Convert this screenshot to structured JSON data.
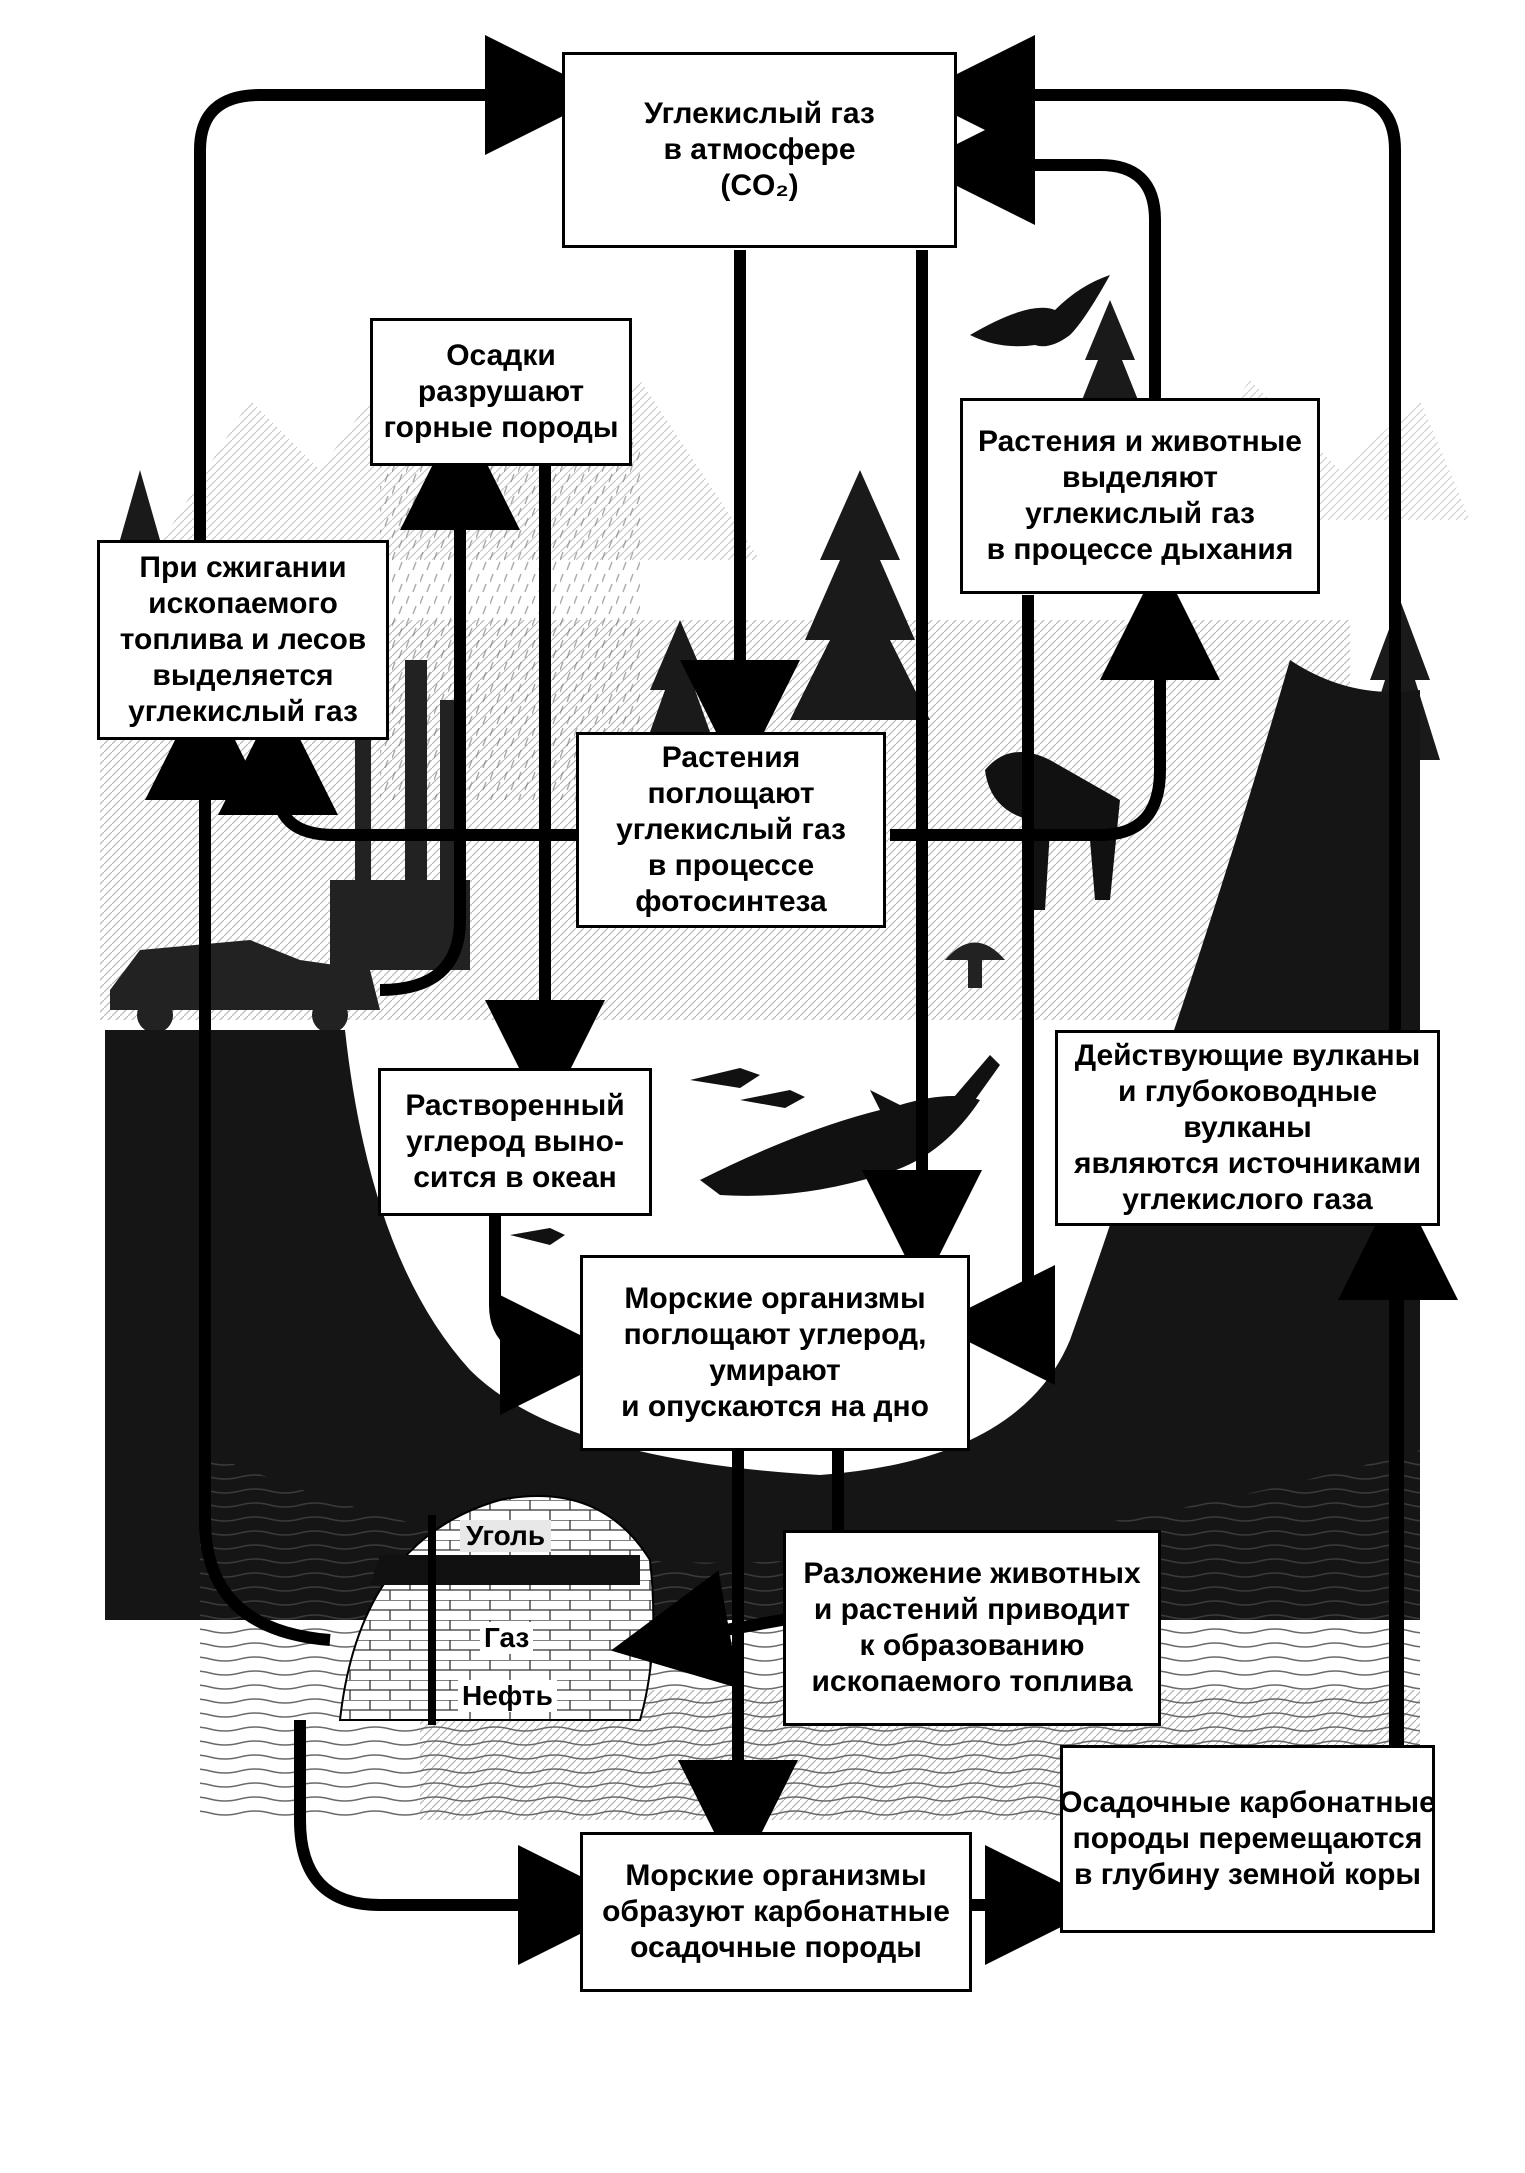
{
  "boxes": {
    "atmosphere": [
      "Углекислый газ",
      "в атмосфере",
      "(CO₂)"
    ],
    "precipitation": [
      "Осадки",
      "разрушают",
      "горные породы"
    ],
    "respiration": [
      "Растения и животные",
      "выделяют",
      "углекислый газ",
      "в процессе дыхания"
    ],
    "combustion": [
      "При сжигании",
      "ископаемого",
      "топлива и лесов",
      "выделяется",
      "углекислый газ"
    ],
    "photosynthesis": [
      "Растения",
      "поглощают",
      "углекислый газ",
      "в процессе",
      "фотосинтеза"
    ],
    "dissolved": [
      "Растворенный",
      "углерод выно-",
      "сится в океан"
    ],
    "volcanoes": [
      "Действующие вулканы",
      "и глубоководные",
      "вулканы",
      "являются источниками",
      "углекислого газа"
    ],
    "marine_absorb": [
      "Морские организмы",
      "поглощают углерод,",
      "умирают",
      "и опускаются на дно"
    ],
    "decomposition": [
      "Разложение животных",
      "и растений приводит",
      "к образованию",
      "ископаемого топлива"
    ],
    "marine_form": [
      "Морские организмы",
      "образуют карбонатные",
      "осадочные породы"
    ],
    "sedimentary": [
      "Осадочные карбонатные",
      "породы перемещаются",
      "в глубину земной коры"
    ]
  },
  "fuel_labels": {
    "coal": "Уголь",
    "gas": "Газ",
    "oil": "Нефть"
  }
}
